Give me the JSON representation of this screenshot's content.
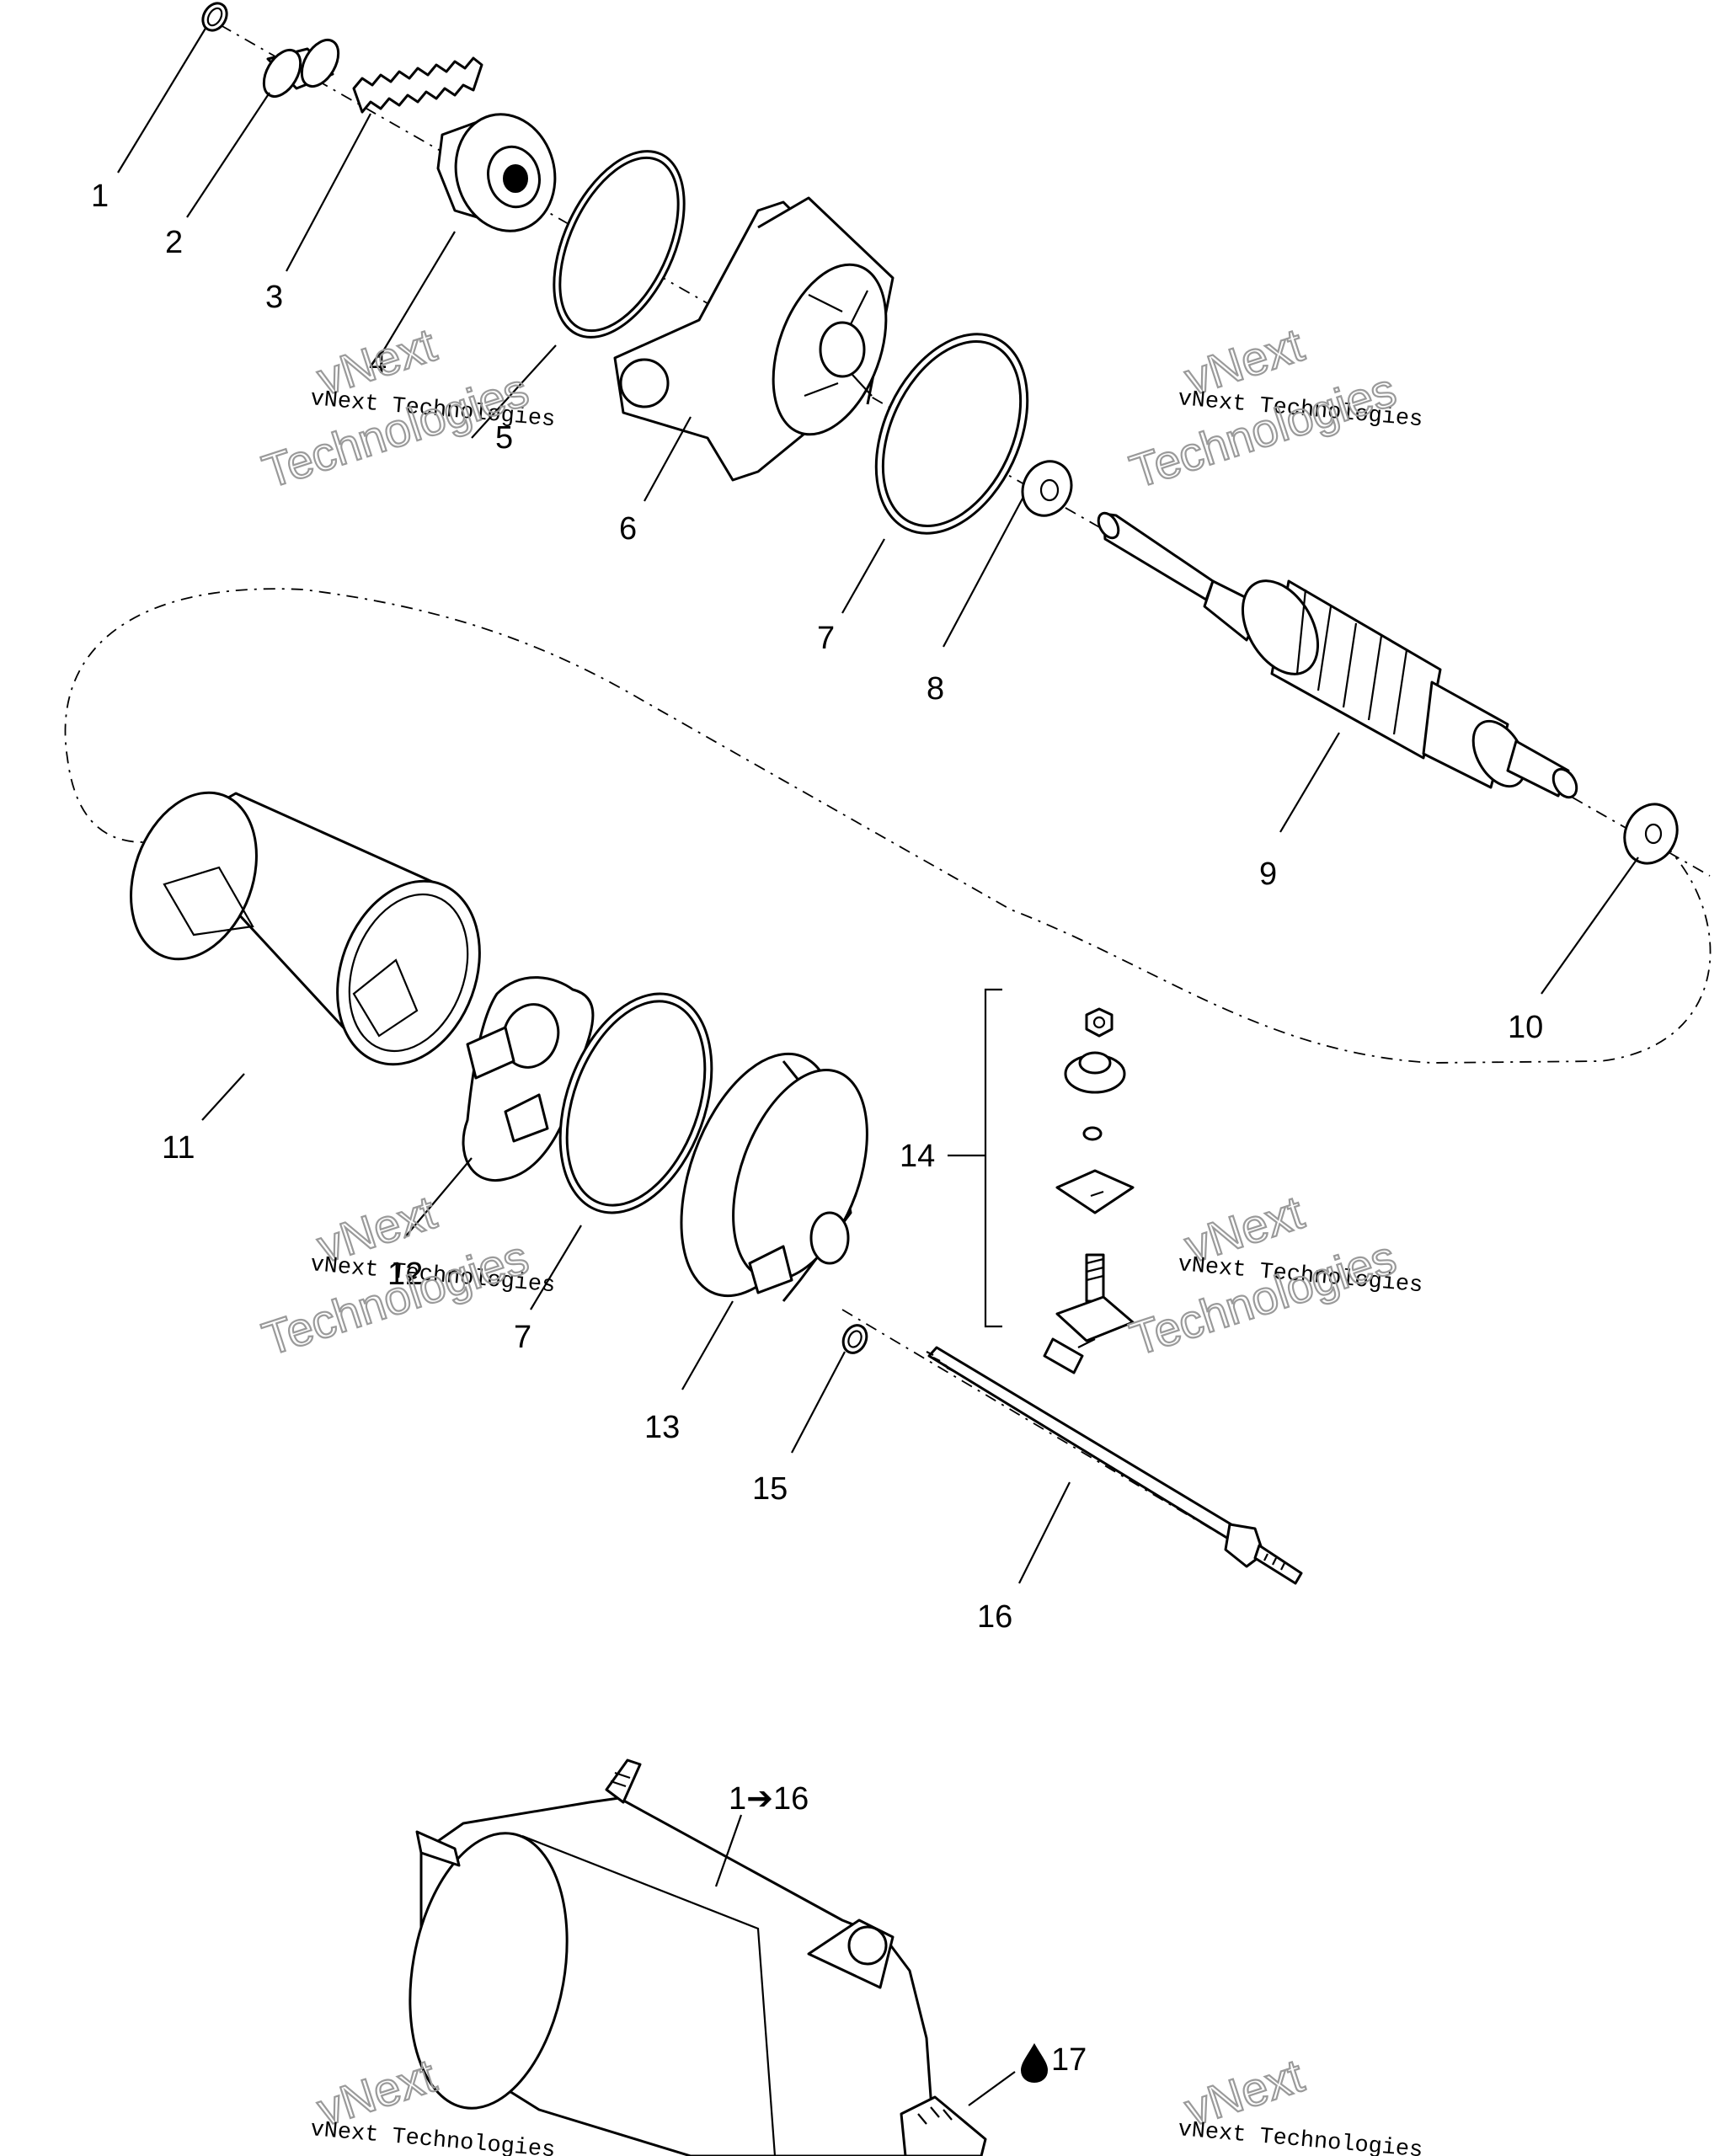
{
  "callouts": {
    "c1": "1",
    "c2": "2",
    "c3": "3",
    "c4": "4",
    "c5": "5",
    "c6": "6",
    "c7a": "7",
    "c7b": "7",
    "c8": "8",
    "c9": "9",
    "c10": "10",
    "c11": "11",
    "c12": "12",
    "c13": "13",
    "c14": "14",
    "c15": "15",
    "c16": "16",
    "assembly": "1➔16",
    "c17": "17"
  },
  "watermark": {
    "line": "vNext Technologies",
    "big_top": "vNext",
    "big_bottom": "Technologies"
  },
  "icons": {
    "oil_drop": "oil-drop-icon"
  }
}
